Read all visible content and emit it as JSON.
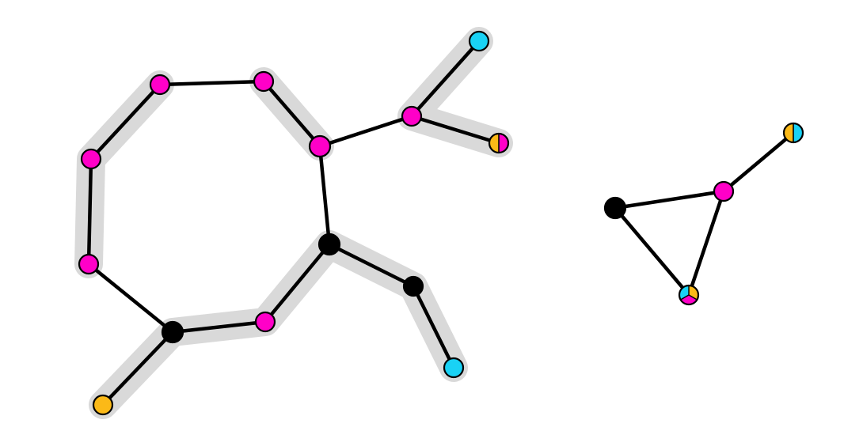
{
  "palette": {
    "magenta": "#ff00c8",
    "cyan": "#19d2f5",
    "orange": "#fbb917",
    "black": "#000000",
    "halo": "#d9d9d9",
    "edge": "#000000"
  },
  "diagram": {
    "type": "molecular-graph",
    "components": [
      {
        "id": "large-molecule",
        "node_colors": {
          "r1": [
            "magenta"
          ],
          "r2": [
            "magenta"
          ],
          "r3": [
            "magenta"
          ],
          "r4": [
            "magenta"
          ],
          "r5": [
            "magenta"
          ],
          "r6": [
            "black"
          ],
          "r7": [
            "magenta"
          ],
          "r8": [
            "black"
          ],
          "r9": [
            "black"
          ],
          "s1": [
            "magenta"
          ],
          "s2": [
            "cyan"
          ],
          "s3": [
            "orange",
            "magenta"
          ],
          "s4": [
            "black"
          ],
          "s5": [
            "cyan"
          ],
          "s6": [
            "orange"
          ]
        }
      },
      {
        "id": "small-molecule",
        "node_colors": {
          "t1": [
            "black"
          ],
          "t2": [
            "magenta"
          ],
          "t3": [
            "orange",
            "magenta",
            "cyan"
          ],
          "t4": [
            "orange",
            "cyan"
          ]
        }
      }
    ]
  }
}
